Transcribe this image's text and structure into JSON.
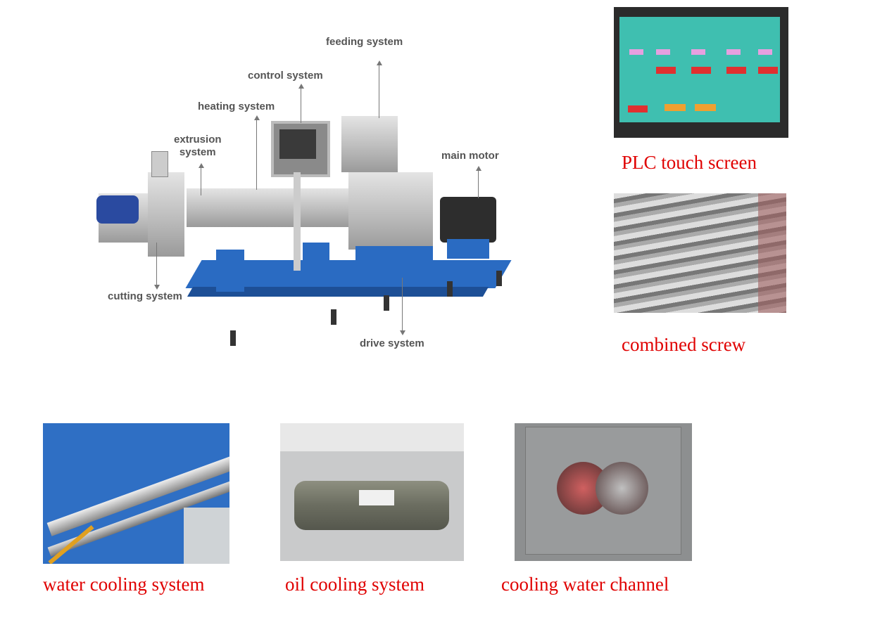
{
  "main_diagram": {
    "labels": {
      "feeding": "feeding system",
      "control": "control system",
      "heating": "heating system",
      "extrusion_line1": "extrusion",
      "extrusion_line2": "system",
      "main_motor": "main motor",
      "cutting": "cutting system",
      "drive": "drive system"
    }
  },
  "photos": [
    {
      "caption": "PLC touch screen"
    },
    {
      "caption": "combined screw"
    },
    {
      "caption": "water cooling system"
    },
    {
      "caption": "oil cooling system"
    },
    {
      "caption": "cooling water channel"
    }
  ],
  "colors": {
    "caption": "#e00000",
    "label": "#555555",
    "machine_base": "#2a6bc2"
  }
}
